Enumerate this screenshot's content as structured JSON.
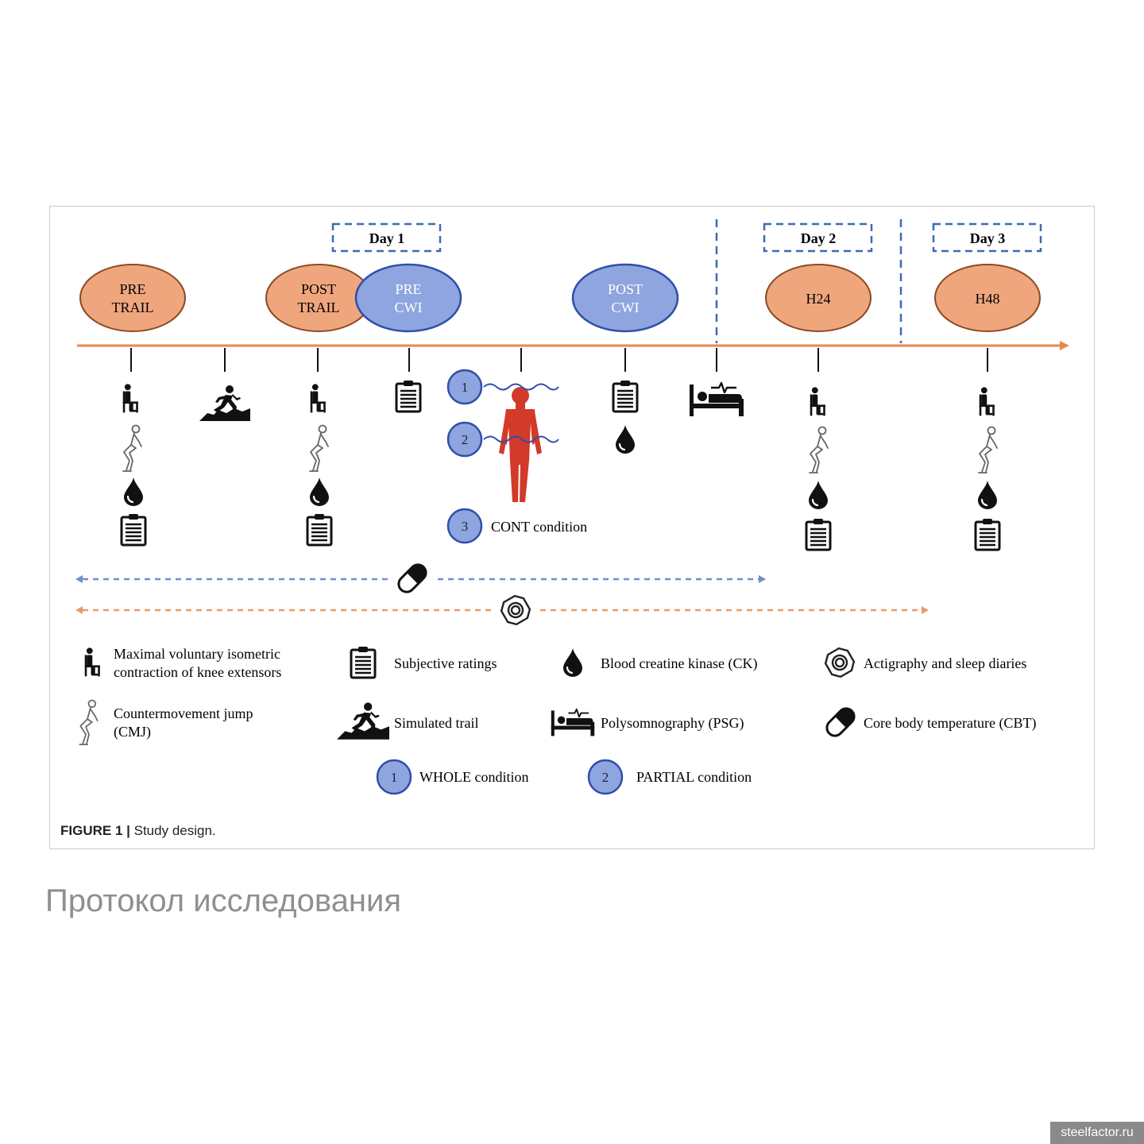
{
  "figure": {
    "days": [
      "Day 1",
      "Day 2",
      "Day 3"
    ],
    "timepoints": {
      "pre_trail": [
        "PRE",
        "TRAIL"
      ],
      "post_trail": [
        "POST",
        "TRAIL"
      ],
      "pre_cwi": [
        "PRE",
        "CWI"
      ],
      "post_cwi": [
        "POST",
        "CWI"
      ],
      "h24": "H24",
      "h48": "H48"
    },
    "conditions": {
      "one": "1",
      "two": "2",
      "three": "3",
      "cont_label": "CONT condition"
    },
    "legend": {
      "mvic": [
        "Maximal voluntary isometric",
        "contraction of knee extensors"
      ],
      "cmj": [
        "Countermovement jump",
        "(CMJ)"
      ],
      "subjective": "Subjective ratings",
      "trail": "Simulated trail",
      "ck": "Blood creatine kinase (CK)",
      "psg": "Polysomnography (PSG)",
      "actigraphy": "Actigraphy and sleep diaries",
      "cbt": "Core body temperature (CBT)",
      "whole_num": "1",
      "whole": "WHOLE condition",
      "partial_num": "2",
      "partial": "PARTIAL condition"
    },
    "caption_label": "FIGURE 1 |",
    "caption_text": "Study design.",
    "colors": {
      "orange_fill": "#f0a67d",
      "orange_line": "#e8894f",
      "blue_fill": "#8ea5df",
      "blue_stroke": "#2f4fa8",
      "dashed_blue": "#3d6bb3",
      "body_red": "#d23a2a"
    }
  },
  "page_caption": "Протокол исследования",
  "watermark": "steelfactor.ru"
}
